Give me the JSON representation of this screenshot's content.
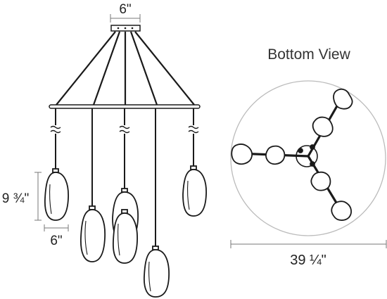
{
  "side_view": {
    "canopy_width_label": "6\"",
    "pendant_height_label": "9 ¾\"",
    "pendant_width_label": "6\"",
    "break_symbol": "≈"
  },
  "bottom_view": {
    "title": "Bottom View",
    "diameter_label": "39 ¼\""
  },
  "colors": {
    "line": "#1a1a1a",
    "dimension_line": "#777777",
    "circle": "#bbbbbb",
    "glass_fill": "#ffffff"
  },
  "icons": [
    "canopy-icon",
    "glass-pendant-icon",
    "break-mark-icon"
  ]
}
